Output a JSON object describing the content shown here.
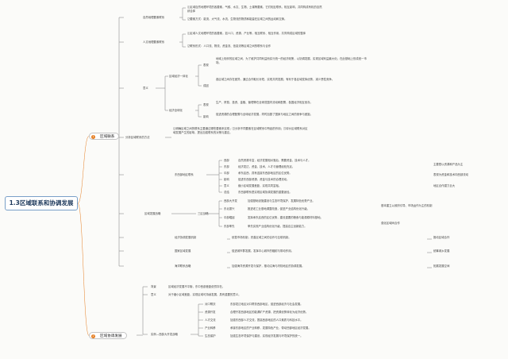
{
  "root": {
    "title": "1.3区域联系和协调发展"
  },
  "branch1": {
    "title": "区域联系",
    "num": "1",
    "natural": {
      "label": "自然地理要素联系",
      "p1": "⑴区域自然地理环境的各要素，气候、水文、生物、土壤等要素，它们相互联系、相互影响，共同构成有机的自然综合体",
      "p2": "⑵要素方式：能流、大气流、水流、生物流的物质和能量在区域之间的运动和交换。"
    },
    "human": {
      "label": "人文地理要素联系",
      "p1": "⑴区域人文地理环境的各要素，如人口、资源、产业等，相互联系、相互作用，共同构成区域的整体",
      "p2": "⑵联系形式：人口流、物流、资金流、信息流等区域之间的联系与合作"
    },
    "meaning": {
      "label": "意义",
      "eco": {
        "label": "区域经济一体化",
        "a1": {
          "tag": "表现",
          "text": "地域上相邻的区域之间，为了维护共同利益而实行统一的经济政策，以协调发展，实现区域利益最大化；在此基础上形成统一市场。"
        },
        "a2": {
          "tag": "成因",
          "text": "各区域之间存在差异，通过合作取长补短，实现共同发展；有利于各区域发挥优势，减少恶性竞争。"
        }
      },
      "tech": {
        "label": "经济全球化",
        "b1": {
          "tag": "表现",
          "text": "生产、贸易、投资、金融、管理等在全球范围内流动和配置，各国经济相互依存。"
        },
        "b2": {
          "tag": "影响",
          "text": "促进资源的合理配置与全球经济发展，同时加剧了国家与地区之间的竞争与差距。"
        }
      }
    },
    "analysis": {
      "label": "分析区域联系的方法",
      "text": "⑴明确区域之间的联系主要通过哪些要素来实现；⑵分析不同要素在区域联系中所起的作用；⑶评价区域联系对区域发展产生的影响，提出加强联系的对策与建议。"
    },
    "eastwest": {
      "label": "东西部地区联系",
      "items": [
        {
          "tag": "西部",
          "text": "自然资源丰富，经济发展相对落后，需要资金、技术与人才。"
        },
        {
          "tag": "东部",
          "text": "经济发达，资金、技术、人才与管理经验充足。"
        },
        {
          "tag": "中部",
          "text": "承东启西，具有连接东西部地区的区位优势。"
        },
        {
          "tag": "影响",
          "text": "促进东西部资源、资金与技术的合理流动。"
        },
        {
          "tag": "意义",
          "text": "缩小区域发展差距，实现共同富裕。"
        },
        {
          "tag": "总结",
          "text": "东西部联系是实现区域协调发展的重要途径。"
        }
      ],
      "r1": "主要是以资源和产品为主",
      "r2": "表现为资金和技术向西部流动",
      "r3": "地区合作潜力巨大"
    },
    "strategy": {
      "label": "区域发展战略",
      "items": [
        {
          "tag": "西部大开发",
          "text": "加强基础设施建设与生态环境保护，发展特色优势产业。"
        },
        {
          "tag": "东北振兴",
          "text": "推进老工业基地调整改造，促进产业结构优化升级。"
        },
        {
          "tag": "中部崛起",
          "text": "发挥承东启西的区位优势，建设重要的粮食与能源原材料基地。"
        },
        {
          "tag": "东部率先",
          "text": "率先实现产业结构优化升级，提高自主创新能力。"
        }
      ],
      "r1": "三区战略",
      "r2": "基本建立以政府引导、市场运作为主的机制",
      "r3": "强化区域间合作"
    },
    "support": {
      "label": "经济协调发展机制",
      "text": "依靠市场机制，完善区域之间的合作与互助机制。",
      "right": "推动区域合作"
    },
    "cities": {
      "label": "国家区域发展",
      "text": "促进城市群发展，发挥中心城市的辐射与带动作用。",
      "right": "统筹城乡发展"
    },
    "ocean": {
      "label": "海洋联系战略",
      "text": "加强海洋资源开发与保护，推动沿海与内陆地区的协调发展。",
      "right": "拓展发展空间"
    }
  },
  "branch2": {
    "title": "区域协调发展",
    "num": "2",
    "d1": {
      "label": "背景",
      "text": "区域经济发展不平衡，东中西部差距依然存在。"
    },
    "d2": {
      "label": "意义",
      "text": "对于缩小区域差距，实现区域可持续发展，具有重要的意义。"
    },
    "eastwest": {
      "label": "实例—西部大开发战略",
      "items": [
        {
          "tag": "对口帮扶",
          "text": "东部发达地区对口帮扶西部地区，促进西部经济与社会发展。"
        },
        {
          "tag": "资源开发",
          "text": "合理开发西部地区的能源矿产资源，把资源优势转化为经济优势。"
        },
        {
          "tag": "人才交流",
          "text": "加强东西部人才交流，提高西部地区的人口素质与科技水平。"
        },
        {
          "tag": "产业转移",
          "text": "承接东部地区的产业转移，发展特色产业，带动西部地区经济发展。"
        },
        {
          "tag": "生态保护",
          "text": "加强生态环境保护与建设，实现经济发展与环境保护的统一。"
        }
      ]
    }
  }
}
